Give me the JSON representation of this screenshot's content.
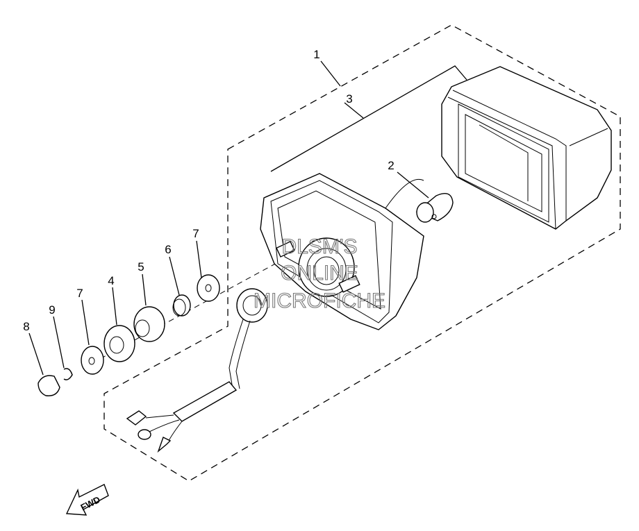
{
  "callouts": [
    "1",
    "2",
    "3",
    "4",
    "5",
    "6",
    "7",
    "7",
    "8",
    "9"
  ],
  "watermark": {
    "line1": "DLSM'S",
    "line2": "ONLINE",
    "line3": "MICROFICHE"
  },
  "direction_badge": "FWD"
}
